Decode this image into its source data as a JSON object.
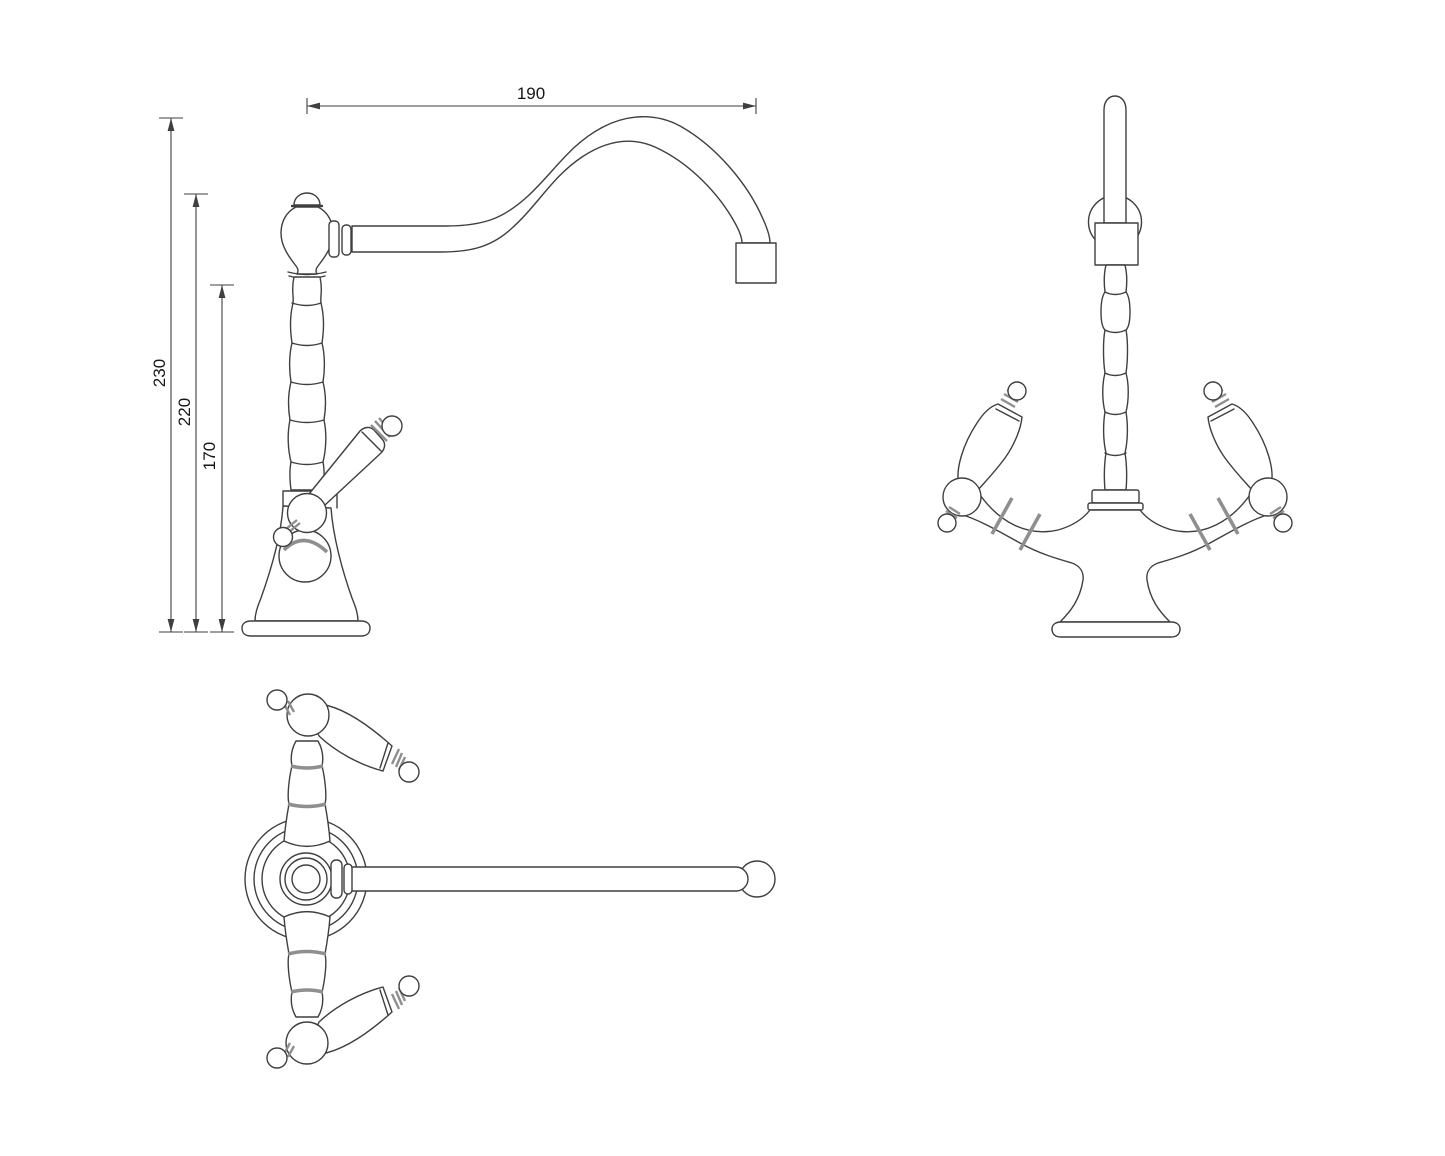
{
  "dimensions": {
    "spout_reach": "190",
    "overall_height": "230",
    "body_height": "220",
    "outlet_height": "170"
  },
  "theme": {
    "background": "#ffffff",
    "line": "#3f3f3f",
    "band": "#8f8f8f",
    "text": "#161616"
  }
}
